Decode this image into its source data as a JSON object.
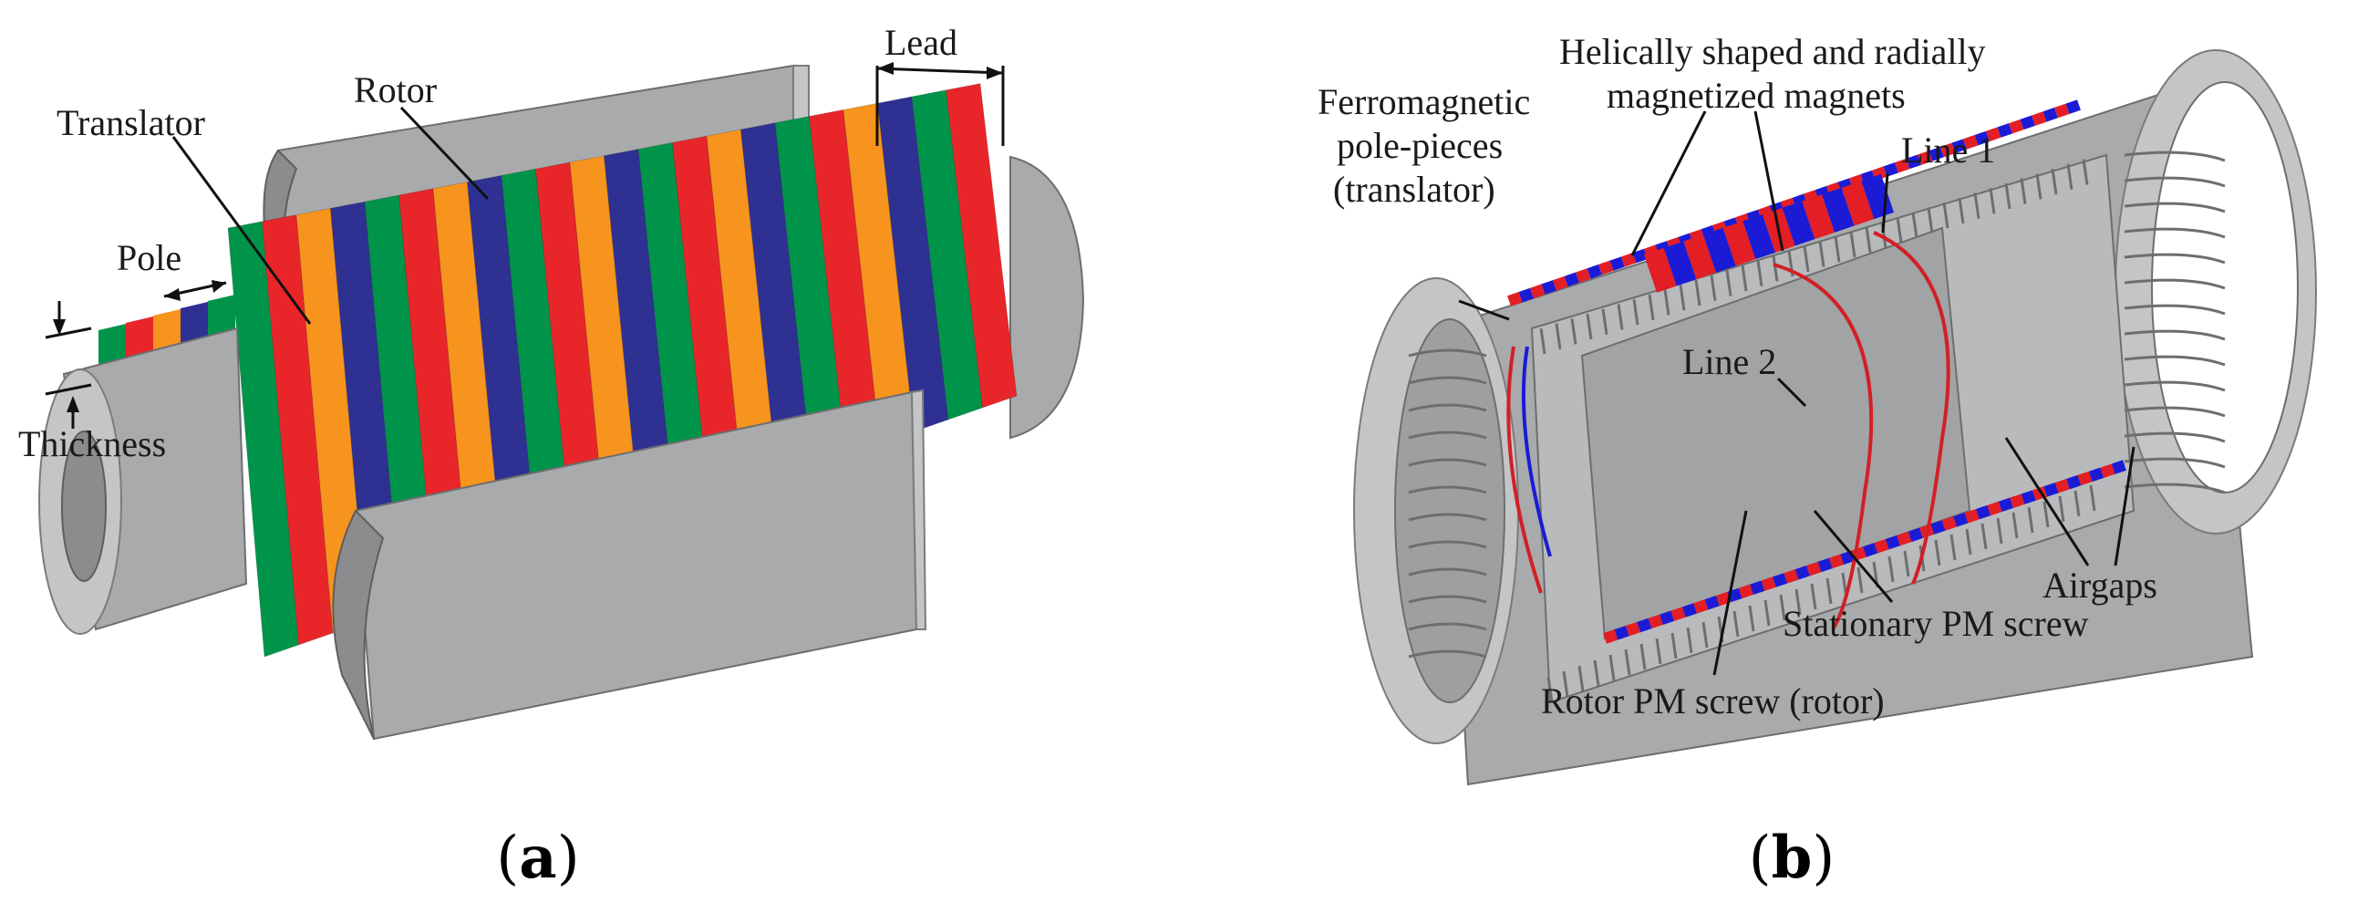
{
  "panel_a": {
    "labels": {
      "translator": "Translator",
      "rotor": "Rotor",
      "lead": "Lead",
      "pole": "Pole",
      "thickness": "Thickness"
    },
    "caption": {
      "open": "(",
      "letter": "a",
      "close": ")"
    },
    "colors": {
      "red": "#e8262a",
      "orange": "#f7941d",
      "blue": "#2e3192",
      "green": "#00944a",
      "gray": "#a9aaab"
    }
  },
  "panel_b": {
    "labels": {
      "helical_line1": "Helically shaped and radially",
      "helical_line2": "magnetized magnets",
      "ferro_line1": "Ferromagnetic",
      "ferro_line2": "pole-pieces",
      "ferro_line3": "(translator)",
      "line1": "Line 1",
      "line2": "Line 2",
      "airgaps": "Airgaps",
      "stationary": "Stationary PM screw",
      "rotor_screw": "Rotor PM screw (rotor)"
    },
    "caption": {
      "open": "(",
      "letter": "b",
      "close": ")"
    },
    "colors": {
      "red": "#e31e24",
      "blue": "#1b1bd6",
      "line_red": "#d21f26",
      "gray": "#a9aaab"
    }
  }
}
